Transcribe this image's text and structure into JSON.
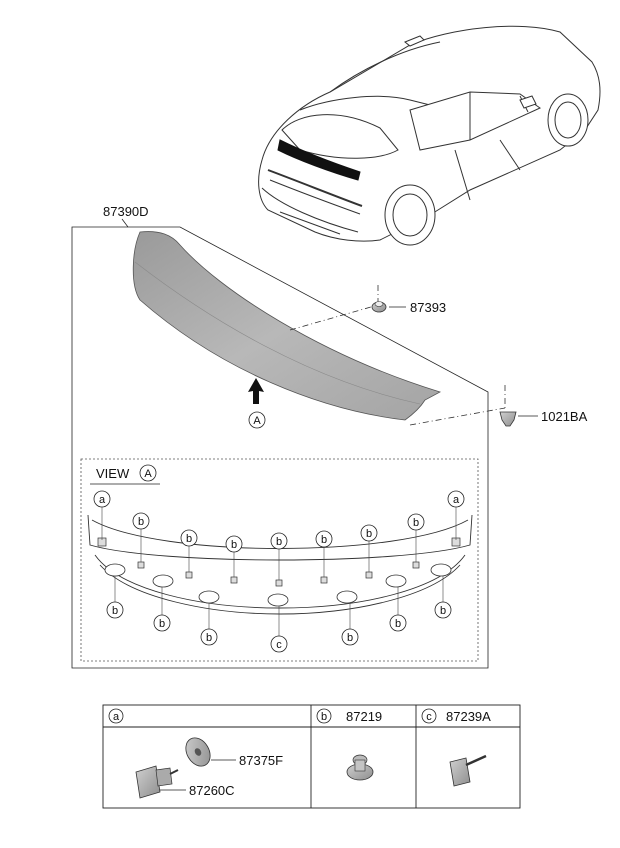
{
  "labels": {
    "main_assembly": "87390D",
    "clip_93": "87393",
    "screw": "1021BA",
    "view_word": "VIEW",
    "view_letter": "A",
    "arrow_letter": "A"
  },
  "callouts": {
    "a": "a",
    "b": "b",
    "c": "c"
  },
  "table": {
    "col_a_key": "a",
    "col_b_key": "b",
    "col_b_part": "87219",
    "col_c_key": "c",
    "col_c_part": "87239A",
    "part_87375F": "87375F",
    "part_87260C": "87260C"
  }
}
